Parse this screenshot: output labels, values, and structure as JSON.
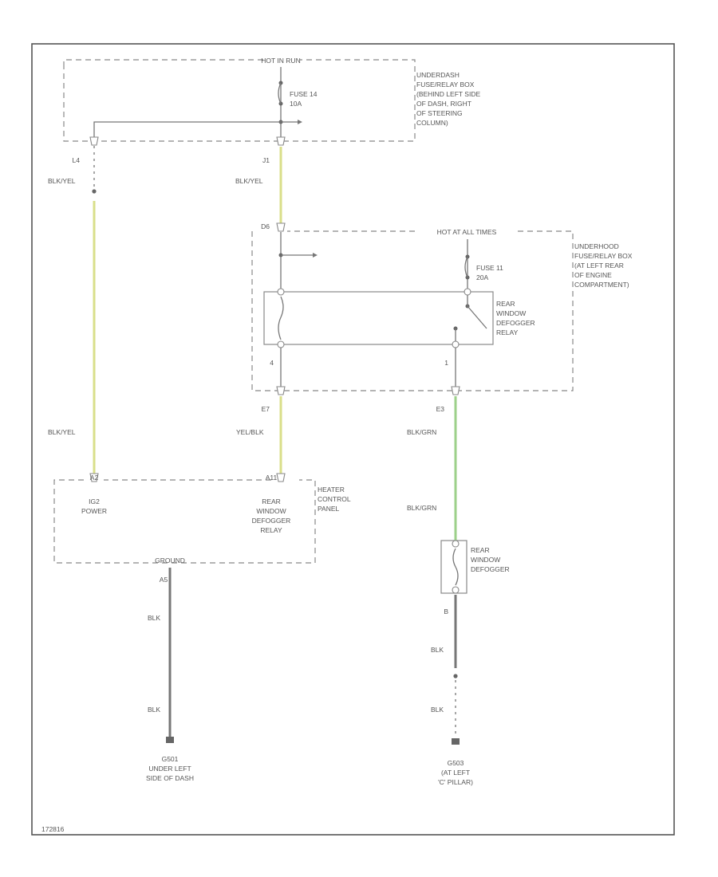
{
  "hot_run": "HOT IN RUN",
  "hot_at_all_times": "HOT AT ALL TIMES",
  "fuse_14": [
    "FUSE 14",
    "10A"
  ],
  "fuse_11": [
    "FUSE 11",
    "20A"
  ],
  "underdash_box": [
    "UNDERDASH",
    "FUSE/RELAY BOX",
    "(BEHIND LEFT SIDE",
    "OF DASH, RIGHT",
    "OF STEERING",
    "COLUMN)"
  ],
  "underhood_box": [
    "UNDERHOOD",
    "FUSE/RELAY BOX",
    "(AT LEFT REAR",
    "OF ENGINE",
    "COMPARTMENT)"
  ],
  "relay_label": [
    "REAR",
    "WINDOW",
    "DEFOGGER",
    "RELAY"
  ],
  "heater_label": [
    "HEATER",
    "CONTROL",
    "PANEL"
  ],
  "ig2_label": [
    "IG2",
    "POWER"
  ],
  "hc_relay_label": [
    "REAR",
    "WINDOW",
    "DEFOGGER",
    "RELAY"
  ],
  "defogger_label": [
    "REAR",
    "WINDOW",
    "DEFOGGER"
  ],
  "pins": {
    "l4": "L4",
    "j1": "J1",
    "d6": "D6",
    "pin4": "4",
    "pin1": "1",
    "e7": "E7",
    "e3": "E3",
    "a2": "A2",
    "a11": "A11",
    "a5": "A5",
    "pinb": "B"
  },
  "wires": {
    "blu_yel_1": "BLK/YEL",
    "blu_yel_2": "BLK/YEL",
    "blu_yel_3": "BLK/YEL",
    "yel_blk": "YEL/BLK",
    "blk_grn_1": "BLK/GRN",
    "blk_grn_2": "BLK/GRN",
    "blk_1": "BLK",
    "blk_2": "BLK",
    "blk_3": "BLK",
    "blk_4": "BLK"
  },
  "ground_g501": [
    "G501",
    "UNDER LEFT",
    "SIDE OF DASH"
  ],
  "ground_g503": [
    "G503",
    "(AT LEFT",
    "'C' PILLAR)"
  ],
  "ground_label": "GROUND",
  "figure_id": "172816"
}
